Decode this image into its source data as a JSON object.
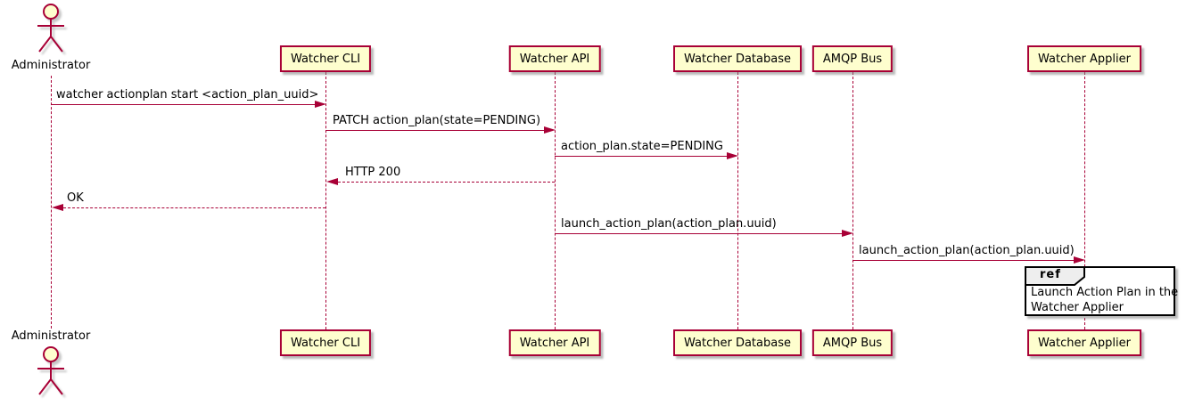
{
  "diagram": {
    "type": "sequence",
    "actor": {
      "name": "Administrator"
    },
    "participants": [
      {
        "label": "Watcher CLI"
      },
      {
        "label": "Watcher API"
      },
      {
        "label": "Watcher Database"
      },
      {
        "label": "AMQP Bus"
      },
      {
        "label": "Watcher Applier"
      }
    ],
    "messages": [
      {
        "from": "Administrator",
        "to": "Watcher CLI",
        "label": "watcher actionplan start <action_plan_uuid>",
        "line": "solid",
        "direction": "right"
      },
      {
        "from": "Watcher CLI",
        "to": "Watcher API",
        "label": "PATCH action_plan(state=PENDING)",
        "line": "solid",
        "direction": "right"
      },
      {
        "from": "Watcher API",
        "to": "Watcher Database",
        "label": "action_plan.state=PENDING",
        "line": "solid",
        "direction": "right"
      },
      {
        "from": "Watcher API",
        "to": "Watcher CLI",
        "label": "HTTP 200",
        "line": "dashed",
        "direction": "left"
      },
      {
        "from": "Watcher CLI",
        "to": "Administrator",
        "label": "OK",
        "line": "dashed",
        "direction": "left"
      },
      {
        "from": "Watcher API",
        "to": "AMQP Bus",
        "label": "launch_action_plan(action_plan.uuid)",
        "line": "solid",
        "direction": "right"
      },
      {
        "from": "AMQP Bus",
        "to": "Watcher Applier",
        "label": "launch_action_plan(action_plan.uuid)",
        "line": "solid",
        "direction": "right"
      }
    ],
    "ref": {
      "keyword": "ref",
      "line1": "Launch Action Plan in the",
      "line2": "Watcher Applier"
    },
    "colors": {
      "participant_fill": "#FEFECE",
      "stroke": "#A80036",
      "ref_border": "#000000",
      "ref_tab_fill": "#EEEEEE",
      "text": "#000000",
      "background": "#FFFFFF"
    }
  }
}
